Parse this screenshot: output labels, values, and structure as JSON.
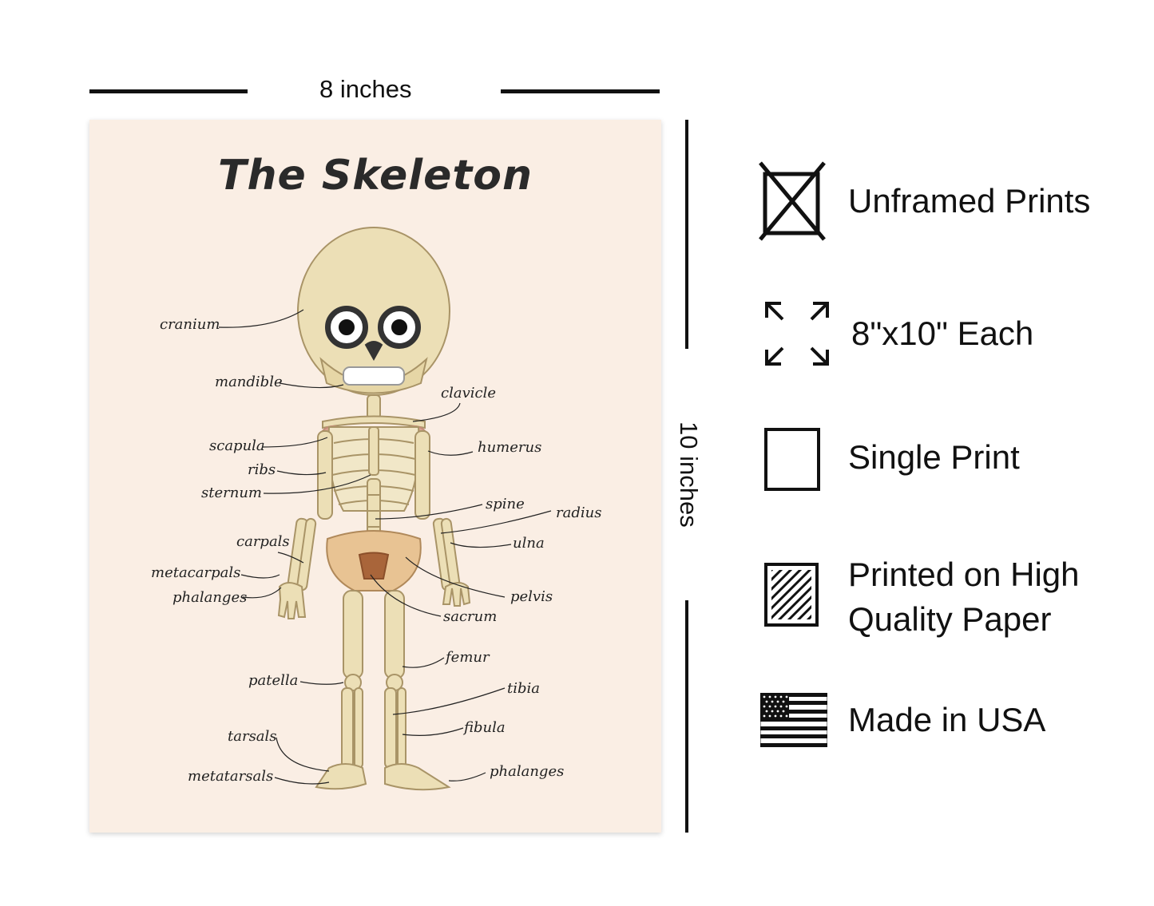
{
  "dimensions": {
    "width_label": "8 inches",
    "height_label": "10 inches"
  },
  "poster": {
    "title": "The Skeleton",
    "labels": {
      "cranium": "cranium",
      "mandible": "mandible",
      "clavicle": "clavicle",
      "scapula": "scapula",
      "humerus": "humerus",
      "ribs": "ribs",
      "sternum": "sternum",
      "spine": "spine",
      "radius": "radius",
      "carpals": "carpals",
      "ulna": "ulna",
      "metacarpals": "metacarpals",
      "phalanges_hand": "phalanges",
      "pelvis": "pelvis",
      "sacrum": "sacrum",
      "femur": "femur",
      "patella": "patella",
      "tibia": "tibia",
      "fibula": "fibula",
      "tarsals": "tarsals",
      "metatarsals": "metatarsals",
      "phalanges_foot": "phalanges"
    }
  },
  "features": [
    {
      "icon": "unframed-icon",
      "text": "Unframed Prints"
    },
    {
      "icon": "expand-icon",
      "text": "8\"x10\" Each"
    },
    {
      "icon": "single-print-icon",
      "text": "Single Print"
    },
    {
      "icon": "paper-icon",
      "text": "Printed on High Quality Paper"
    },
    {
      "icon": "usa-flag-icon",
      "text": "Made in USA"
    }
  ],
  "colors": {
    "poster_bg": "#faeee4",
    "bone": "#eadcb0",
    "bone_outline": "#b9a274",
    "ink": "#111111"
  }
}
